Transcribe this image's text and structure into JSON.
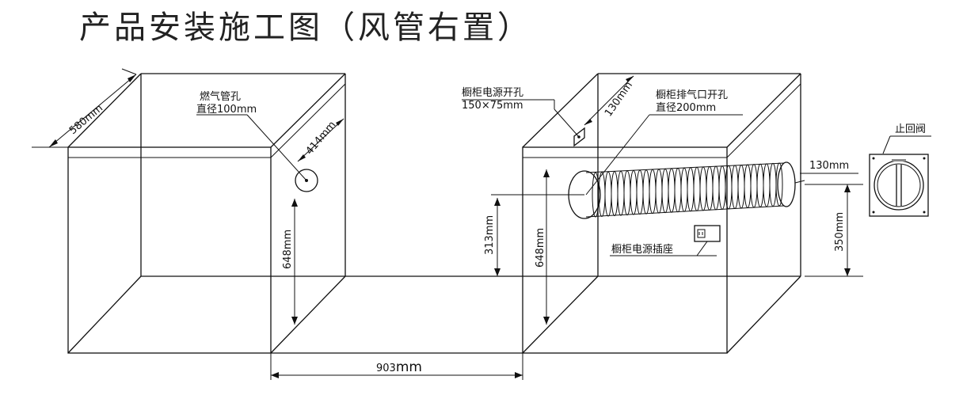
{
  "title": "产品安装施工图（风管右置）",
  "labels": {
    "cabinet_depth": "580mm",
    "gas_hole_name": "燃气管孔",
    "gas_hole_diameter": "直径100mm",
    "gas_hole_depth": "414mm",
    "gas_hole_height": "648mm",
    "power_hole_name": "橱柜电源开孔",
    "power_hole_size": "150×75mm",
    "power_hole_depth": "130mm",
    "exhaust_hole_name": "橱柜排气口开孔",
    "exhaust_hole_diameter": "直径200mm",
    "outlet_height": "313mm",
    "exhaust_height": "648mm",
    "socket_name": "橱柜电源插座",
    "valve_name": "止回阀",
    "valve_offset": "130mm",
    "valve_height": "350mm",
    "gap_width_number": "903",
    "gap_width_unit": "mm"
  }
}
